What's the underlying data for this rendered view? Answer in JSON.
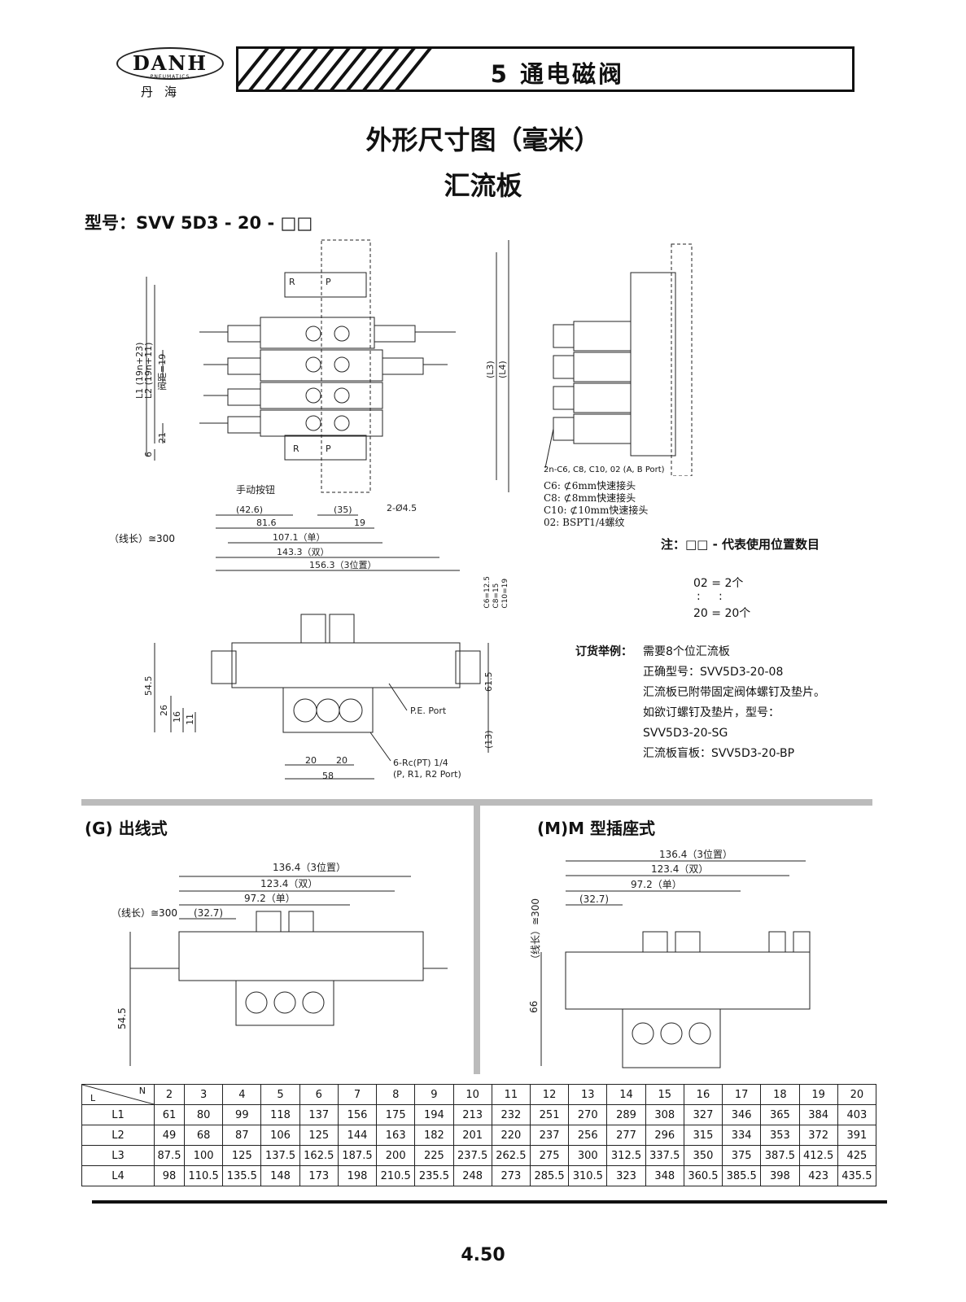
{
  "header": {
    "logo_text": "DANH",
    "logo_sub": "PNEUMATICS",
    "logo_cn": "丹海",
    "title": "5 通电磁阀"
  },
  "page_title": "外形尺寸图（毫米）",
  "subtitle": "汇流板",
  "model": "型号：SVV 5D3 - 20 - □□",
  "top_view_labels": {
    "manual_button": "手动按钮",
    "hole": "2-Ø4.5",
    "wire_length": "（线长）≅300",
    "d1": "(42.6)",
    "d2": "81.6",
    "d3": "(35)",
    "d4": "19",
    "d5": "107.1（单）",
    "d6": "143.3（双）",
    "d7": "156.3（3位置）",
    "v_l1": "L1 (19n+23)",
    "v_l2": "L2 (19n+11)",
    "v_pitch": "阀距=19",
    "v_21": "21",
    "v_6": "6",
    "v_l3": "(L3)",
    "v_l4": "(L4)",
    "port_r": "R",
    "port_p": "P"
  },
  "port_notes": {
    "port_label": "2n-C6, C8, C10, 02 (A, B Port)",
    "items": [
      "C6: ⊄6mm快速接头",
      "C8: ⊄8mm快速接头",
      "C10: ⊄10mm快速接头",
      "02: BSPT1/4螺纹"
    ]
  },
  "note": {
    "label": "注：□□ - 代表使用位置数目",
    "l1": "02 = 2个",
    "l2": ":     :",
    "l3": "20 = 20个"
  },
  "order": {
    "label": "订货举例：",
    "lines": [
      "需要8个位汇流板",
      "正确型号：SVV5D3-20-08",
      "汇流板已附带固定阀体螺钉及垫片。",
      "如欲订螺钉及垫片，型号：",
      "SVV5D3-20-SG",
      "汇流板盲板：SVV5D3-20-BP"
    ]
  },
  "front_view_labels": {
    "c": "C6=12.5\nC8=15\nC10=19",
    "h54": "54.5",
    "h26": "26",
    "h16": "16",
    "h11": "11",
    "h61": "61.5",
    "h13": "(13)",
    "pe": "P.E. Port",
    "rc": "6-Rc(PT) 1/4",
    "rc2": "(P, R1, R2 Port)",
    "w20a": "20",
    "w20b": "20",
    "w58": "58"
  },
  "section_g": {
    "title": "(G) 出线式",
    "d1": "136.4（3位置）",
    "d2": "123.4（双）",
    "d3": "97.2（单）",
    "d4": "(32.7)",
    "wire": "（线长）≅300",
    "h": "54.5"
  },
  "section_m": {
    "title": "(M)M 型插座式",
    "d1": "136.4（3位置）",
    "d2": "123.4（双）",
    "d3": "97.2（单）",
    "d4": "(32.7)",
    "wire": "（线长）≅300",
    "h": "66"
  },
  "table": {
    "corner_n": "N",
    "corner_l": "L",
    "cols": [
      "2",
      "3",
      "4",
      "5",
      "6",
      "7",
      "8",
      "9",
      "10",
      "11",
      "12",
      "13",
      "14",
      "15",
      "16",
      "17",
      "18",
      "19",
      "20"
    ],
    "rows": [
      {
        "label": "L1",
        "values": [
          "61",
          "80",
          "99",
          "118",
          "137",
          "156",
          "175",
          "194",
          "213",
          "232",
          "251",
          "270",
          "289",
          "308",
          "327",
          "346",
          "365",
          "384",
          "403"
        ]
      },
      {
        "label": "L2",
        "values": [
          "49",
          "68",
          "87",
          "106",
          "125",
          "144",
          "163",
          "182",
          "201",
          "220",
          "237",
          "256",
          "277",
          "296",
          "315",
          "334",
          "353",
          "372",
          "391"
        ]
      },
      {
        "label": "L3",
        "values": [
          "87.5",
          "100",
          "125",
          "137.5",
          "162.5",
          "187.5",
          "200",
          "225",
          "237.5",
          "262.5",
          "275",
          "300",
          "312.5",
          "337.5",
          "350",
          "375",
          "387.5",
          "412.5",
          "425"
        ]
      },
      {
        "label": "L4",
        "values": [
          "98",
          "110.5",
          "135.5",
          "148",
          "173",
          "198",
          "210.5",
          "235.5",
          "248",
          "273",
          "285.5",
          "310.5",
          "323",
          "348",
          "360.5",
          "385.5",
          "398",
          "423",
          "435.5"
        ]
      }
    ]
  },
  "page_number": "4.50"
}
